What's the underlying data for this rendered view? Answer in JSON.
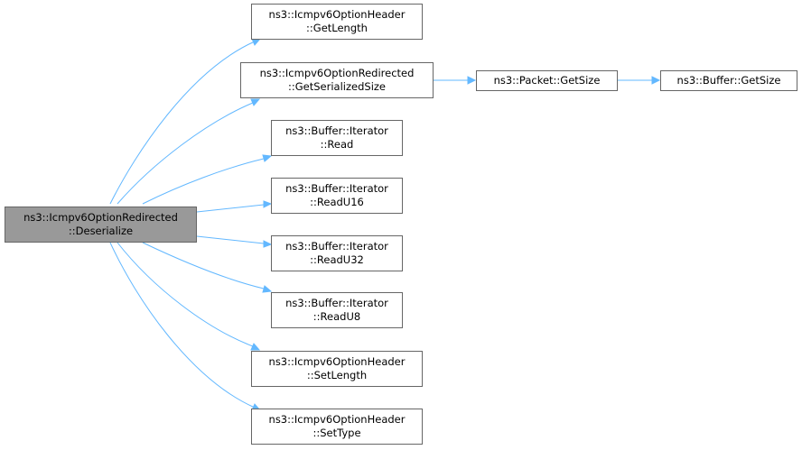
{
  "colors": {
    "edge": "#63b8ff",
    "root_fill": "#999999",
    "node_fill": "#ffffff",
    "border": "#666666"
  },
  "nodes": {
    "root": {
      "line1": "ns3::Icmpv6OptionRedirected",
      "line2": "::Deserialize"
    },
    "get_length": {
      "line1": "ns3::Icmpv6OptionHeader",
      "line2": "::GetLength"
    },
    "get_serialized_size": {
      "line1": "ns3::Icmpv6OptionRedirected",
      "line2": "::GetSerializedSize"
    },
    "packet_get_size": {
      "line1": "ns3::Packet::GetSize"
    },
    "buffer_get_size": {
      "line1": "ns3::Buffer::GetSize"
    },
    "read": {
      "line1": "ns3::Buffer::Iterator",
      "line2": "::Read"
    },
    "read_u16": {
      "line1": "ns3::Buffer::Iterator",
      "line2": "::ReadU16"
    },
    "read_u32": {
      "line1": "ns3::Buffer::Iterator",
      "line2": "::ReadU32"
    },
    "read_u8": {
      "line1": "ns3::Buffer::Iterator",
      "line2": "::ReadU8"
    },
    "set_length": {
      "line1": "ns3::Icmpv6OptionHeader",
      "line2": "::SetLength"
    },
    "set_type": {
      "line1": "ns3::Icmpv6OptionHeader",
      "line2": "::SetType"
    }
  }
}
